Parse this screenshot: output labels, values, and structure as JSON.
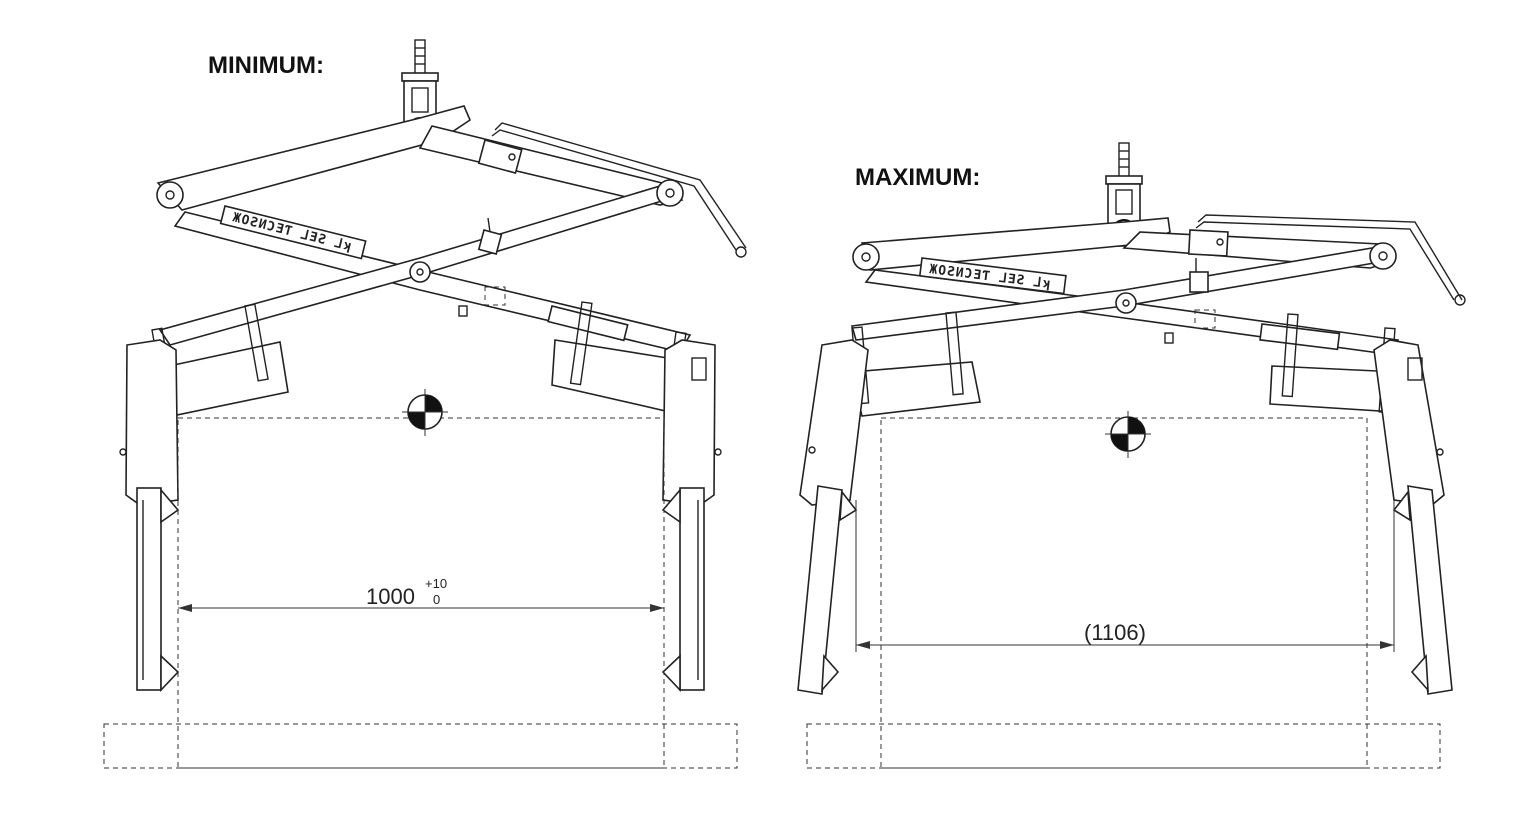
{
  "views": {
    "minimum": {
      "label": "MINIMUM:",
      "dimension": "1000",
      "tolerance_upper": "+10",
      "tolerance_lower": "0"
    },
    "maximum": {
      "label": "MAXIMUM:",
      "dimension": "(1106)"
    }
  }
}
